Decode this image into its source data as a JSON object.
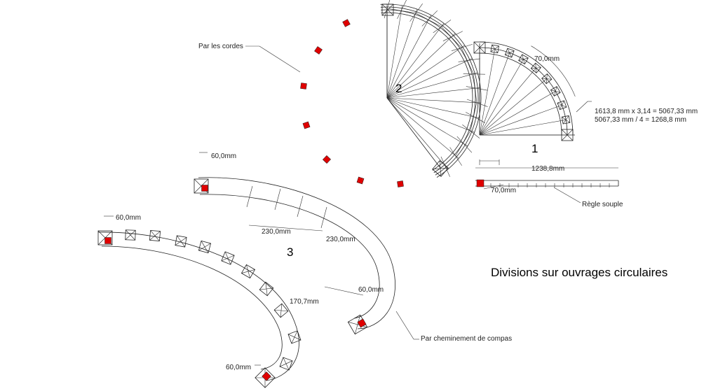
{
  "title": "Divisions sur ouvrages circulaires",
  "figure_numbers": {
    "fig1": "1",
    "fig2": "2",
    "fig3": "3"
  },
  "labels": {
    "par_les_cordes": "Par les cordes",
    "par_cheminement": "Par cheminement de compas",
    "regle_souple": "Règle souple",
    "calc_line1": "1613,8 mm x 3,14 = 5067,33 mm",
    "calc_line2": "5067,33 mm / 4 = 1268,8 mm"
  },
  "dimensions": {
    "fig1_70": "70,0mm",
    "ruler_total": "1238,8mm",
    "ruler_70": "70,0mm",
    "fig3_top_60": "60,0mm",
    "fig3_230_a": "230,0mm",
    "fig3_230_b": "230,0mm",
    "fig3_right_60": "60,0mm",
    "fig3_170": "170,7mm",
    "fig3_left_60": "60,0mm",
    "fig3_bottom_60": "60,0mm"
  },
  "colors": {
    "marker": "#e00000",
    "line": "#222222"
  }
}
